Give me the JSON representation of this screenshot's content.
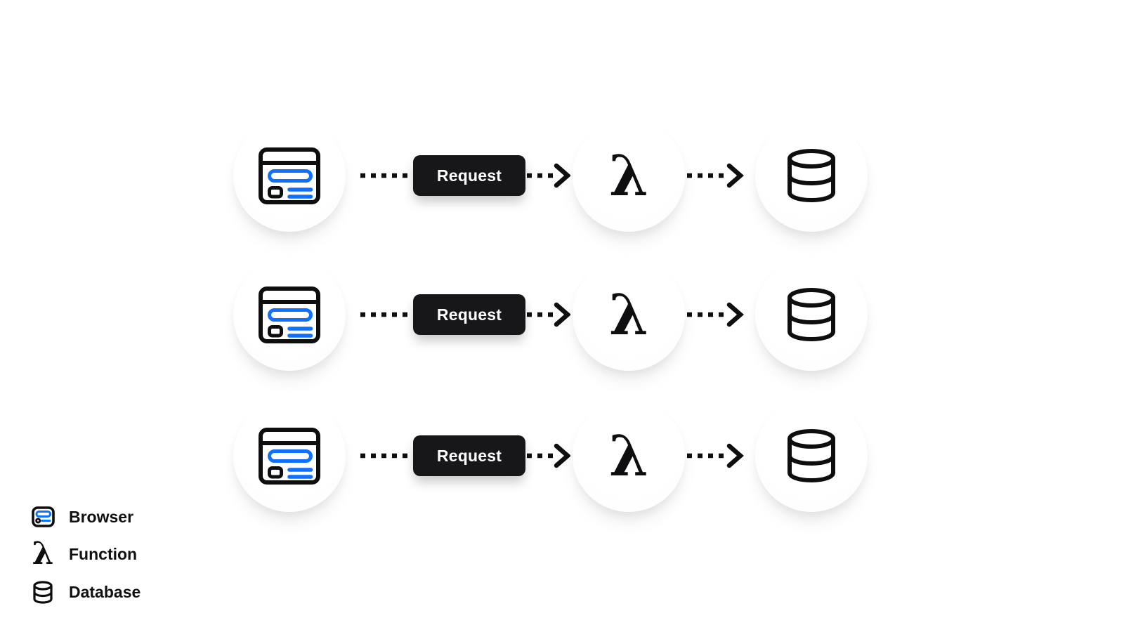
{
  "diagram": {
    "lambda_glyph": "λ",
    "rows": [
      {
        "request_label": "Request"
      },
      {
        "request_label": "Request"
      },
      {
        "request_label": "Request"
      }
    ]
  },
  "legend": {
    "items": [
      {
        "icon": "browser-icon",
        "label": "Browser"
      },
      {
        "icon": "lambda-icon",
        "label": "Function"
      },
      {
        "icon": "database-icon",
        "label": "Database"
      }
    ]
  },
  "colors": {
    "ink": "#0e0e10",
    "accent_blue": "#0f6fff",
    "button_bg": "#17171a",
    "canvas_bg": "#ffffff"
  }
}
